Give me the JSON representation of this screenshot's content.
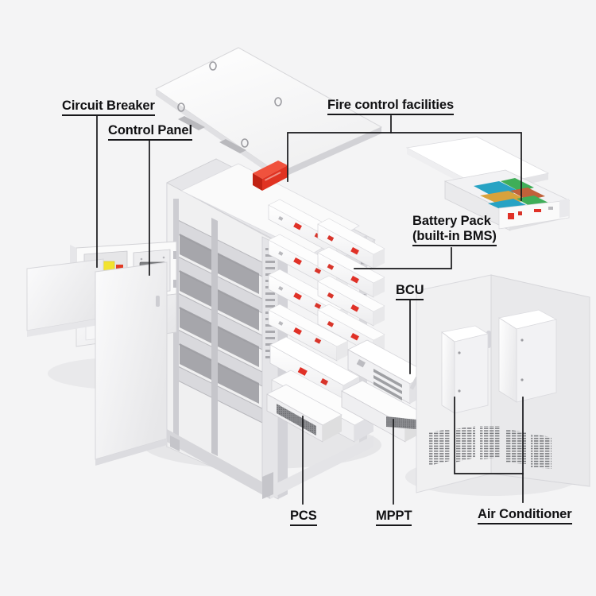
{
  "diagram": {
    "title": "Energy storage cabinet exploded view",
    "background_color": "#f4f4f5",
    "line_color": "#17171a",
    "labels": [
      {
        "id": "circuit_breaker",
        "text": "Circuit Breaker",
        "underlined": true
      },
      {
        "id": "control_panel",
        "text": "Control Panel",
        "underlined": true
      },
      {
        "id": "fire_control",
        "text": "Fire control facilities",
        "underlined": true
      },
      {
        "id": "battery_pack_line1",
        "text": "Battery Pack",
        "underlined": false
      },
      {
        "id": "battery_pack_line2",
        "text": "(built-in BMS)",
        "underlined": true
      },
      {
        "id": "bcu",
        "text": "BCU",
        "underlined": true
      },
      {
        "id": "pcs",
        "text": "PCS",
        "underlined": true
      },
      {
        "id": "mppt",
        "text": "MPPT",
        "underlined": true
      },
      {
        "id": "air_conditioner",
        "text": "Air Conditioner",
        "underlined": true
      }
    ],
    "components": {
      "top_lid": {
        "name": "cabinet top lid",
        "lifting_eyes": 4,
        "color": "#fdfdfd"
      },
      "cabinet": {
        "name": "main battery cabinet",
        "bays": 2,
        "color": "#e9e9ea"
      },
      "fire_suppression_tube": {
        "name": "red fire suppression tube",
        "color": "#e8321e"
      },
      "battery_modules": {
        "name": "stacked battery modules",
        "count": 14,
        "terminal_color": "#e03127",
        "face_color": "#fbfbfb"
      },
      "detached_battery_pack": {
        "name": "battery pack with lid removed",
        "cell_colors": [
          "#27a3c4",
          "#3fae58",
          "#d8a23c",
          "#c0613a"
        ]
      },
      "control_panel_assembly": {
        "name": "control panel and breaker box",
        "breaker_color": "#f2e32f",
        "switch_color": "#e23b25",
        "hmi_color": "#7e7f82"
      },
      "bcu_unit": {
        "name": "BCU rack module",
        "color": "#f0f0f1"
      },
      "pcs_drawer": {
        "name": "PCS drawer",
        "vent_color": "#6f7073"
      },
      "mppt_drawer": {
        "name": "MPPT drawer",
        "vent_color": "#6f7073"
      },
      "air_conditioners": {
        "name": "wall mounted air conditioners",
        "count": 2,
        "color": "#fbfbfc"
      },
      "rear_doors": {
        "name": "cabinet rear door panels",
        "count": 2,
        "color": "#ececed"
      },
      "left_door_panels": {
        "name": "exploded left door panels",
        "count": 2,
        "color": "#f2f2f3"
      }
    }
  }
}
